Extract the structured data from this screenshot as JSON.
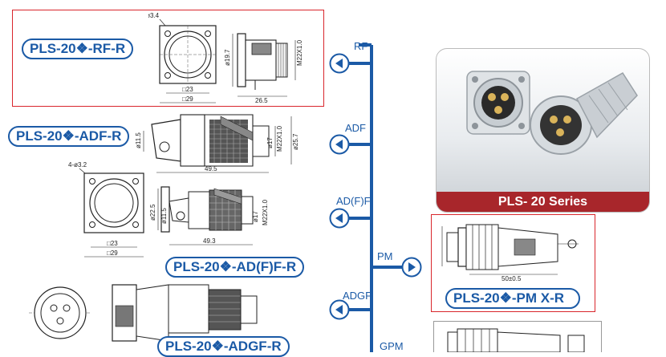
{
  "models": {
    "rf": "PLS-20❖-RF-R",
    "adf": "PLS-20❖-ADF-R",
    "adff": "PLS-20❖-AD(F)F-R",
    "adgf": "PLS-20❖-ADGF-R",
    "pm": "PLS-20❖-PM  X-R"
  },
  "branches": {
    "rf": "RF",
    "adf": "ADF",
    "adff": "AD(F)F",
    "pm": "PM",
    "adgf": "ADGF",
    "gpm": "GPM"
  },
  "photo": {
    "caption": "PLS- 20 Series"
  },
  "dims": {
    "rf": {
      "holes": "4-ø3.4",
      "d1": "ø19.7",
      "d2": "M22X1.0",
      "w1": "□23",
      "w2": "□29",
      "len": "26.5"
    },
    "adf": {
      "d1": "ø11.5",
      "d2": "ø17",
      "d3": "M22X1.0",
      "d4": "ø25.7",
      "len": "49.5"
    },
    "adff": {
      "holes": "4-ø3.2",
      "d0": "ø22.5",
      "d1": "ø11.5",
      "d2": "ø17",
      "d3": "M22X1.0",
      "w1": "□23",
      "w2": "□29",
      "len": "49.3"
    },
    "pm": {
      "len": "50±0.5"
    }
  },
  "colors": {
    "accent": "#1b5aa6",
    "frame": "#d9262c",
    "caption_bg": "#a8262b"
  }
}
